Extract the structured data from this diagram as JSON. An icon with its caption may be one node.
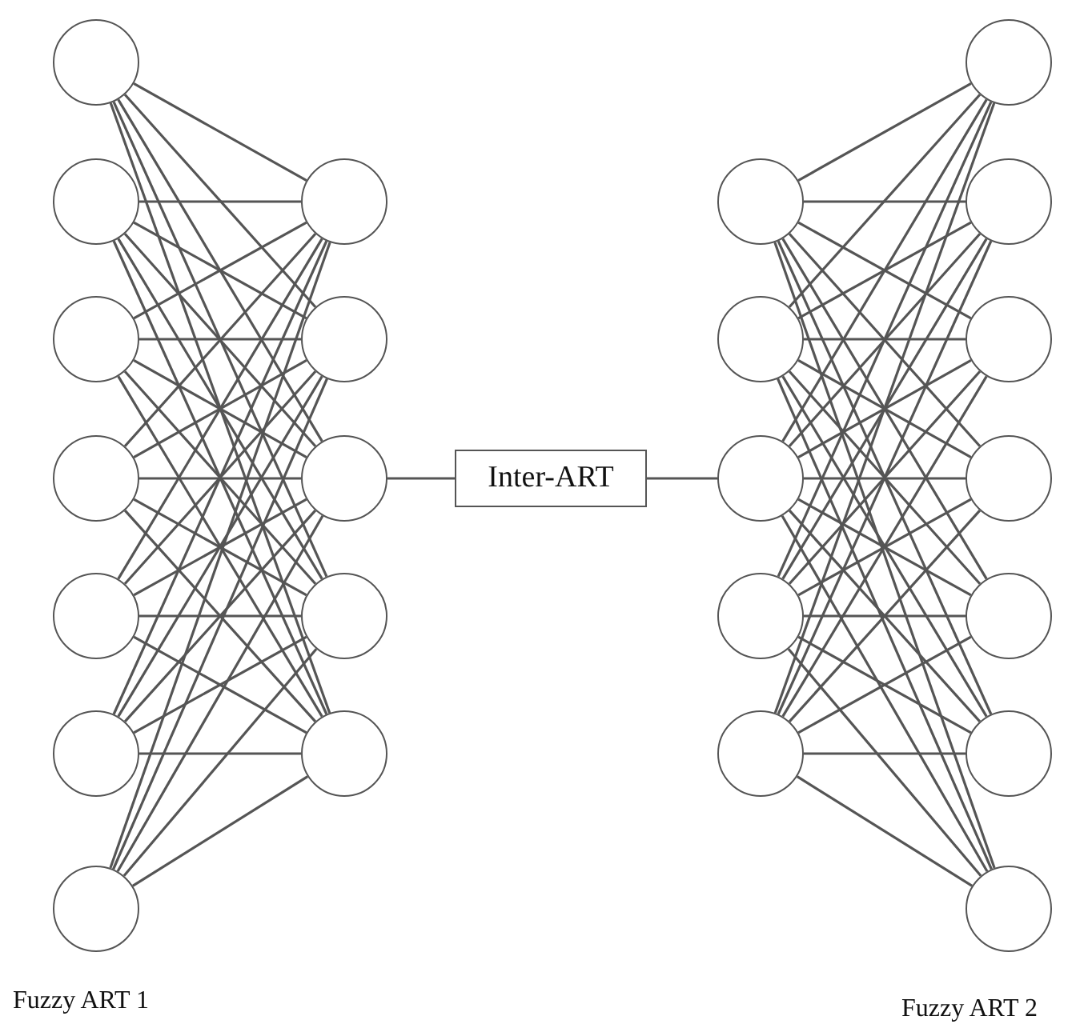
{
  "diagram": {
    "nodes": [
      {
        "text": [],
        "shape": "circle"
      },
      {
        "text": [],
        "shape": "circle"
      },
      {
        "text": [],
        "shape": "circle"
      },
      {
        "text": [],
        "shape": "circle"
      },
      {
        "text": [],
        "shape": "circle"
      },
      {
        "text": [],
        "shape": "circle"
      },
      {
        "text": [],
        "shape": "circle"
      },
      {
        "text": [],
        "shape": "circle"
      },
      {
        "text": [],
        "shape": "circle"
      },
      {
        "text": [],
        "shape": "circle"
      },
      {
        "text": [],
        "shape": "circle"
      },
      {
        "text": [],
        "shape": "circle"
      },
      {
        "text": [
          "Inter-ART"
        ]
      },
      {
        "text": [],
        "shape": "circle"
      },
      {
        "text": [],
        "shape": "circle"
      },
      {
        "text": [],
        "shape": "circle"
      },
      {
        "text": [],
        "shape": "circle"
      },
      {
        "text": [],
        "shape": "circle"
      },
      {
        "text": [],
        "shape": "circle"
      },
      {
        "text": [],
        "shape": "circle"
      },
      {
        "text": [],
        "shape": "circle"
      },
      {
        "text": [],
        "shape": "circle"
      },
      {
        "text": [],
        "shape": "circle"
      },
      {
        "text": [],
        "shape": "circle"
      },
      {
        "text": [],
        "shape": "circle"
      }
    ],
    "edges": [
      {
        "from": 0,
        "to": 7,
        "arrow": "none"
      },
      {
        "from": 0,
        "to": 8,
        "arrow": "none"
      },
      {
        "from": 0,
        "to": 9,
        "arrow": "none"
      },
      {
        "from": 0,
        "to": 10,
        "arrow": "none"
      },
      {
        "from": 0,
        "to": 11,
        "arrow": "none"
      },
      {
        "from": 1,
        "to": 7,
        "arrow": "none"
      },
      {
        "from": 1,
        "to": 8,
        "arrow": "none"
      },
      {
        "from": 1,
        "to": 9,
        "arrow": "none"
      },
      {
        "from": 1,
        "to": 10,
        "arrow": "none"
      },
      {
        "from": 1,
        "to": 11,
        "arrow": "none"
      },
      {
        "from": 2,
        "to": 7,
        "arrow": "none"
      },
      {
        "from": 2,
        "to": 8,
        "arrow": "none"
      },
      {
        "from": 2,
        "to": 9,
        "arrow": "none"
      },
      {
        "from": 2,
        "to": 10,
        "arrow": "none"
      },
      {
        "from": 2,
        "to": 11,
        "arrow": "none"
      },
      {
        "from": 3,
        "to": 7,
        "arrow": "none"
      },
      {
        "from": 3,
        "to": 8,
        "arrow": "none"
      },
      {
        "from": 3,
        "to": 9,
        "arrow": "none"
      },
      {
        "from": 3,
        "to": 10,
        "arrow": "none"
      },
      {
        "from": 3,
        "to": 11,
        "arrow": "none"
      },
      {
        "from": 4,
        "to": 7,
        "arrow": "none"
      },
      {
        "from": 4,
        "to": 8,
        "arrow": "none"
      },
      {
        "from": 4,
        "to": 9,
        "arrow": "none"
      },
      {
        "from": 4,
        "to": 10,
        "arrow": "none"
      },
      {
        "from": 4,
        "to": 11,
        "arrow": "none"
      },
      {
        "from": 5,
        "to": 7,
        "arrow": "none"
      },
      {
        "from": 5,
        "to": 8,
        "arrow": "none"
      },
      {
        "from": 5,
        "to": 9,
        "arrow": "none"
      },
      {
        "from": 5,
        "to": 10,
        "arrow": "none"
      },
      {
        "from": 5,
        "to": 11,
        "arrow": "none"
      },
      {
        "from": 6,
        "to": 7,
        "arrow": "none"
      },
      {
        "from": 6,
        "to": 8,
        "arrow": "none"
      },
      {
        "from": 6,
        "to": 9,
        "arrow": "none"
      },
      {
        "from": 6,
        "to": 10,
        "arrow": "none"
      },
      {
        "from": 6,
        "to": 11,
        "arrow": "none"
      },
      {
        "from": 9,
        "to": 12,
        "arrow": "none"
      },
      {
        "from": 12,
        "to": 15,
        "arrow": "none"
      },
      {
        "from": 13,
        "to": 18,
        "arrow": "none"
      },
      {
        "from": 13,
        "to": 19,
        "arrow": "none"
      },
      {
        "from": 13,
        "to": 20,
        "arrow": "none"
      },
      {
        "from": 13,
        "to": 21,
        "arrow": "none"
      },
      {
        "from": 13,
        "to": 22,
        "arrow": "none"
      },
      {
        "from": 13,
        "to": 23,
        "arrow": "none"
      },
      {
        "from": 13,
        "to": 24,
        "arrow": "none"
      },
      {
        "from": 14,
        "to": 18,
        "arrow": "none"
      },
      {
        "from": 14,
        "to": 19,
        "arrow": "none"
      },
      {
        "from": 14,
        "to": 20,
        "arrow": "none"
      },
      {
        "from": 14,
        "to": 21,
        "arrow": "none"
      },
      {
        "from": 14,
        "to": 22,
        "arrow": "none"
      },
      {
        "from": 14,
        "to": 23,
        "arrow": "none"
      },
      {
        "from": 14,
        "to": 24,
        "arrow": "none"
      },
      {
        "from": 15,
        "to": 18,
        "arrow": "none"
      },
      {
        "from": 15,
        "to": 19,
        "arrow": "none"
      },
      {
        "from": 15,
        "to": 20,
        "arrow": "none"
      },
      {
        "from": 15,
        "to": 21,
        "arrow": "none"
      },
      {
        "from": 15,
        "to": 22,
        "arrow": "none"
      },
      {
        "from": 15,
        "to": 23,
        "arrow": "none"
      },
      {
        "from": 15,
        "to": 24,
        "arrow": "none"
      },
      {
        "from": 16,
        "to": 18,
        "arrow": "none"
      },
      {
        "from": 16,
        "to": 19,
        "arrow": "none"
      },
      {
        "from": 16,
        "to": 20,
        "arrow": "none"
      },
      {
        "from": 16,
        "to": 21,
        "arrow": "none"
      },
      {
        "from": 16,
        "to": 22,
        "arrow": "none"
      },
      {
        "from": 16,
        "to": 23,
        "arrow": "none"
      },
      {
        "from": 16,
        "to": 24,
        "arrow": "none"
      },
      {
        "from": 17,
        "to": 18,
        "arrow": "none"
      },
      {
        "from": 17,
        "to": 19,
        "arrow": "none"
      },
      {
        "from": 17,
        "to": 20,
        "arrow": "none"
      },
      {
        "from": 17,
        "to": 21,
        "arrow": "none"
      },
      {
        "from": 17,
        "to": 22,
        "arrow": "none"
      },
      {
        "from": 17,
        "to": 23,
        "arrow": "none"
      },
      {
        "from": 17,
        "to": 24,
        "arrow": "none"
      }
    ],
    "labels": [
      "Fuzzy ART 1",
      "Fuzzy ART 2"
    ]
  }
}
